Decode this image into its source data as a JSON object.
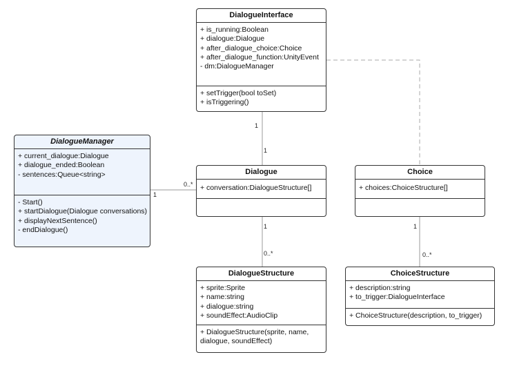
{
  "classes": {
    "dialogue_interface": {
      "name": "DialogueInterface",
      "attributes": [
        "+ is_running:Boolean",
        "+ dialogue:Dialogue",
        "+ after_dialogue_choice:Choice",
        "+ after_dialogue_function:UnityEvent",
        "- dm:DialogueManager"
      ],
      "methods": [
        "+ setTrigger(bool toSet)",
        "+ isTriggering()"
      ]
    },
    "dialogue_manager": {
      "name": "DialogueManager",
      "attributes": [
        "+ current_dialogue:Dialogue",
        "+ dialogue_ended:Boolean",
        "- sentences:Queue<string>"
      ],
      "methods": [
        "- Start()",
        "+ startDialogue(Dialogue conversations)",
        "+ displayNextSentence()",
        "- endDialogue()"
      ]
    },
    "dialogue": {
      "name": "Dialogue",
      "attributes": [
        "+ conversation:DialogueStructure[]"
      ],
      "methods": []
    },
    "choice": {
      "name": "Choice",
      "attributes": [
        "+ choices:ChoiceStructure[]"
      ],
      "methods": []
    },
    "dialogue_structure": {
      "name": "DialogueStructure",
      "attributes": [
        "+ sprite:Sprite",
        "+ name:string",
        "+ dialogue:string",
        "+ soundEffect:AudioClip"
      ],
      "methods": [
        "+ DialogueStructure(sprite, name, dialogue, soundEffect)"
      ]
    },
    "choice_structure": {
      "name": "ChoiceStructure",
      "attributes": [
        "+ description:string",
        "+ to_trigger:DialogueInterface"
      ],
      "methods": [
        "+ ChoiceStructure(description, to_trigger)"
      ]
    }
  },
  "multiplicities": {
    "iface_dialogue_top": "1",
    "iface_dialogue_bottom": "1",
    "manager_dialogue_manager": "1",
    "manager_dialogue_dialogue": "0..*",
    "dialogue_struct_top": "1",
    "dialogue_struct_bottom": "0..*",
    "choice_struct_top": "1",
    "choice_struct_bottom": "0..*"
  },
  "colors": {
    "border": "#333333",
    "abstract_fill": "#eef4fd",
    "connector": "#999999",
    "dashed": "#aaaaaa"
  }
}
